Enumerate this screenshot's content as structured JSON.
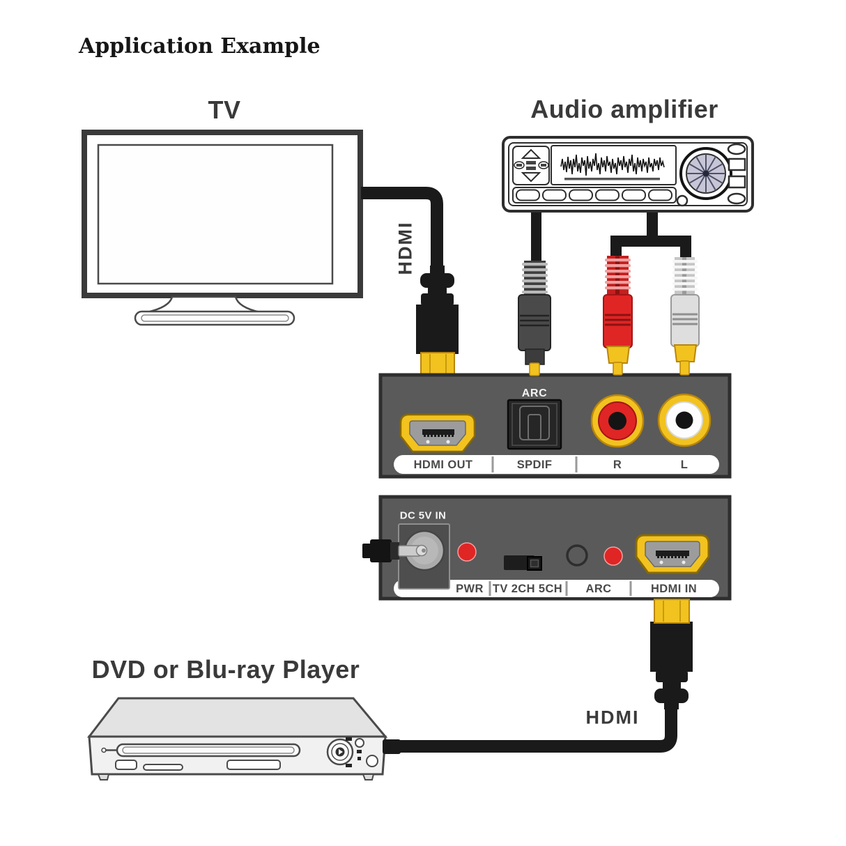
{
  "title": "Application Example",
  "tv": {
    "label": "TV",
    "cable_label": "HDMI"
  },
  "amplifier": {
    "label": "Audio amplifier"
  },
  "dvd_player": {
    "label": "DVD or Blu-ray Player",
    "cable_label": "HDMI"
  },
  "converter_output_panel": {
    "arc_marking": "ARC",
    "port_labels": [
      "HDMI OUT",
      "SPDIF",
      "R",
      "L"
    ]
  },
  "converter_input_panel": {
    "dc_marking": "DC 5V IN",
    "port_labels": [
      "PWR",
      "TV 2CH 5CH",
      "ARC",
      "HDMI IN"
    ]
  },
  "colors": {
    "panel_gray": "#5a5a5a",
    "cable_black": "#1a1a1a",
    "connector_gold": "#f2c21f",
    "rca_red": "#e02525",
    "rca_white": "#dedede",
    "led_red": "#e02525",
    "label_text": "#4a4a4a"
  }
}
